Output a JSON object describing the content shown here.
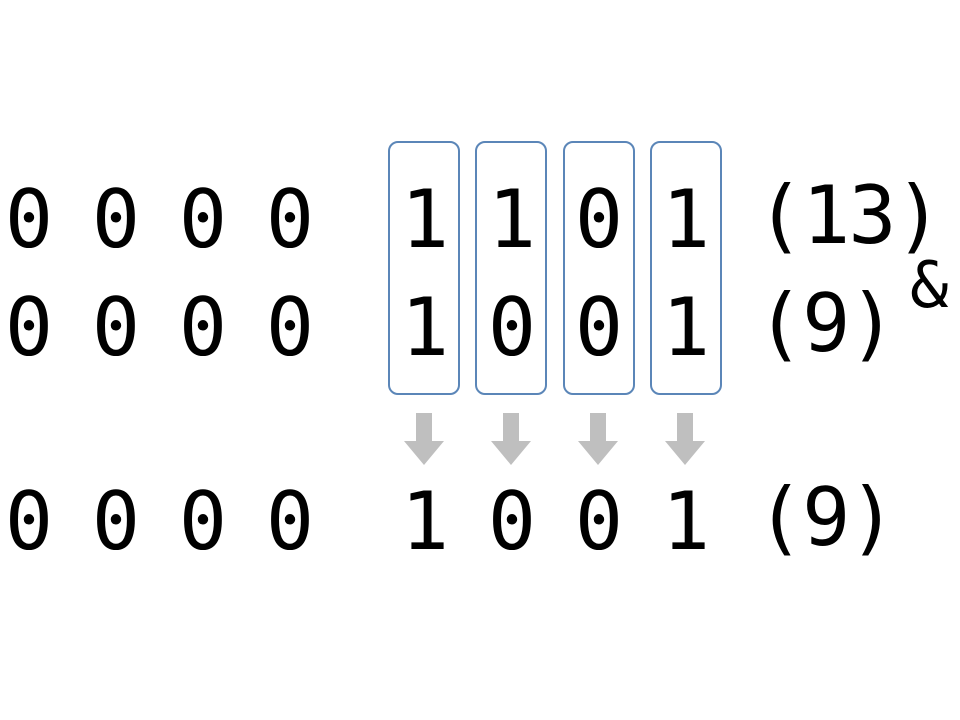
{
  "rows": [
    {
      "bits": [
        "0",
        "0",
        "0",
        "0",
        "1",
        "1",
        "0",
        "1"
      ],
      "label": "(13)"
    },
    {
      "bits": [
        "0",
        "0",
        "0",
        "0",
        "1",
        "0",
        "0",
        "1"
      ],
      "label": "(9)"
    },
    {
      "bits": [
        "0",
        "0",
        "0",
        "0",
        "1",
        "0",
        "0",
        "1"
      ],
      "label": "(9)"
    }
  ],
  "operator": "&",
  "colors": {
    "box_border": "#5b86b8",
    "arrow": "#bfbfbf",
    "text": "#000000"
  }
}
